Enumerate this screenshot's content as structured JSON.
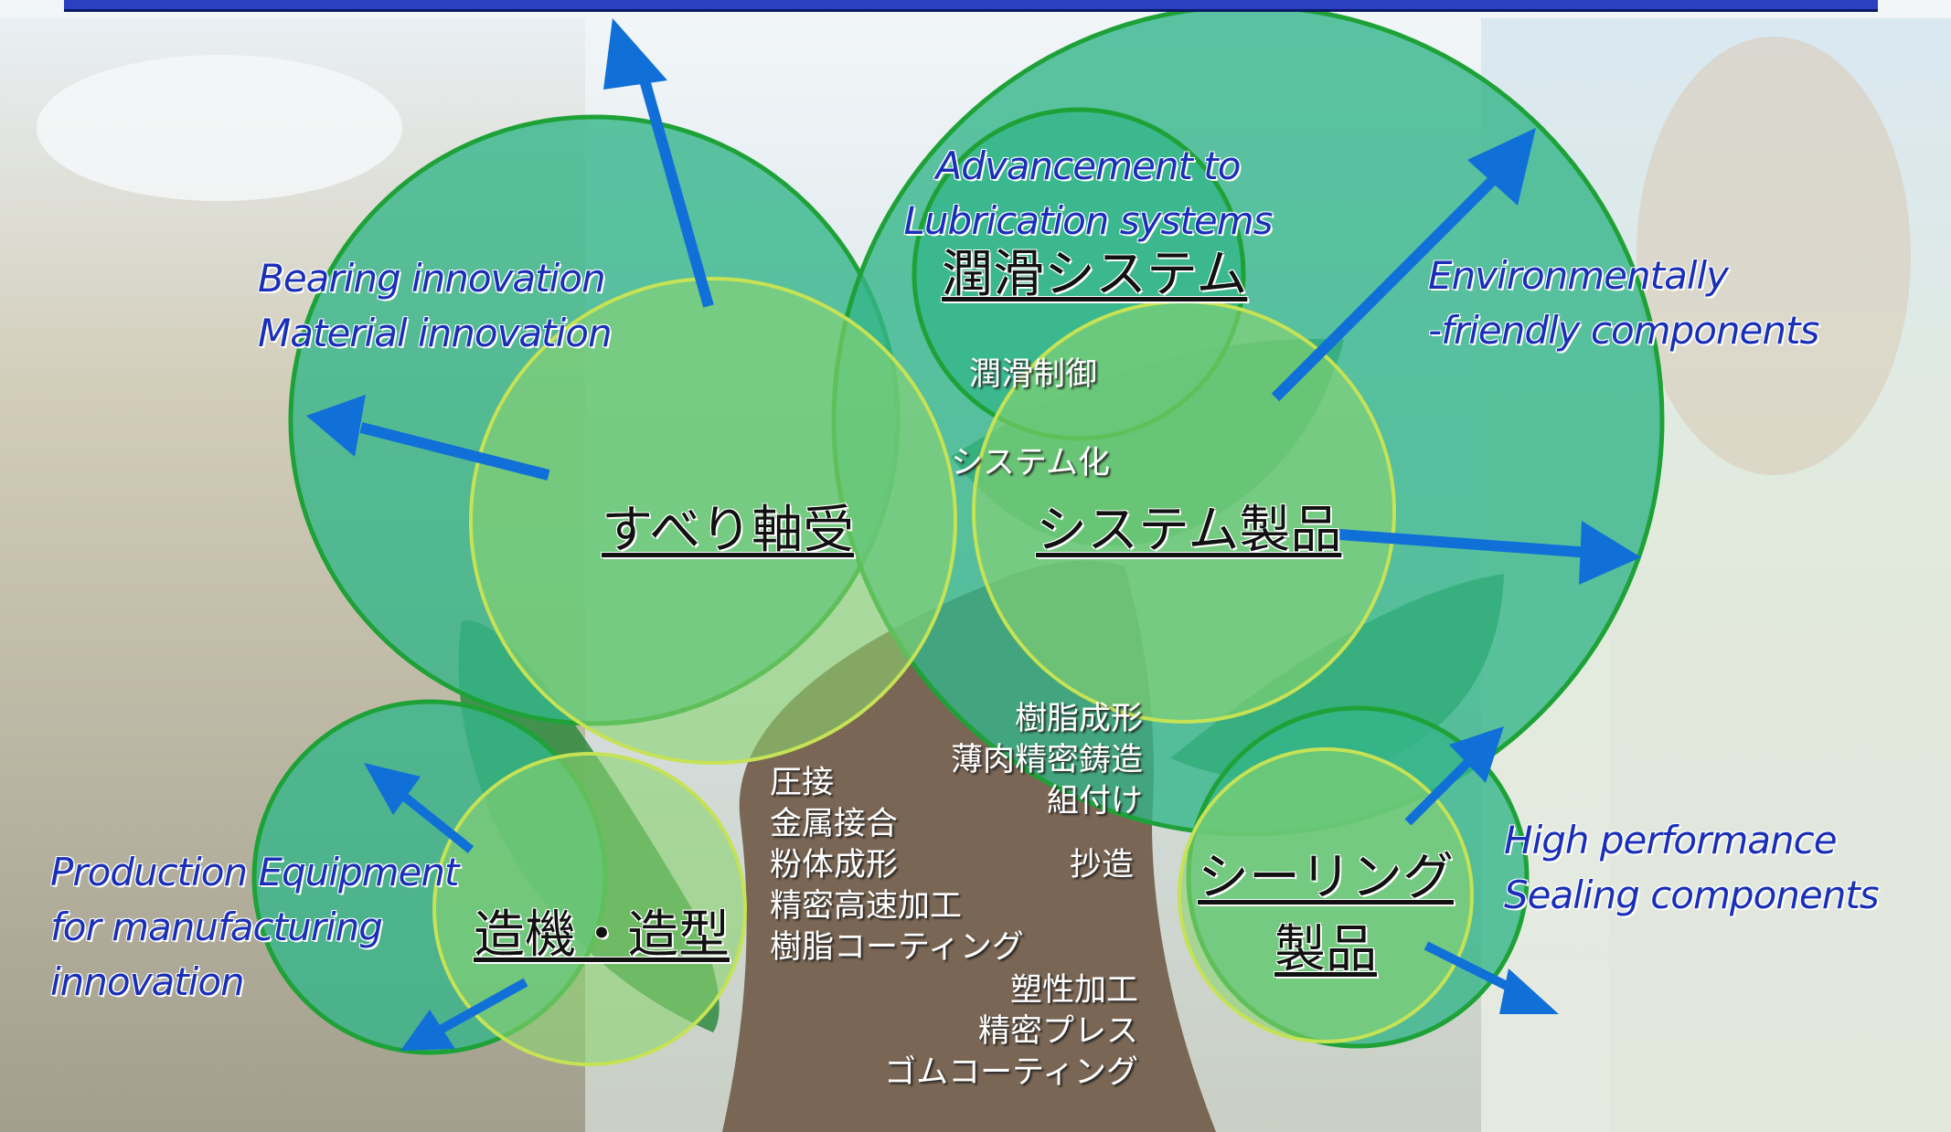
{
  "colors": {
    "circle_fill": "#35b58a",
    "circle_stroke": "#1ea238",
    "inner_fill": "#8ad470",
    "inner_stroke": "#c6e255",
    "trunk": "#7a6654",
    "leaf_dark": "#2e8a3e",
    "arrow": "#1070d8",
    "english_text": "#1a2fb8"
  },
  "goals": {
    "lubrication": [
      "Advancement to",
      "Lubrication systems"
    ],
    "bearing": [
      "Bearing innovation",
      "Material  innovation"
    ],
    "environment": [
      "Environmentally",
      "-friendly  components"
    ],
    "production": [
      "Production Equipment",
      "for manufacturing",
      "innovation"
    ],
    "sealing": [
      "High performance",
      "Sealing components"
    ]
  },
  "products": {
    "lubrication": "潤滑システム",
    "bearing": "すべり軸受",
    "system": "システム製品",
    "machine": "造機・造型",
    "sealing_line1": "シーリング",
    "sealing_line2": "製品"
  },
  "technologies": {
    "lubrication_control": "潤滑制御",
    "systemization": "システム化",
    "left_column": [
      "圧接",
      "金属接合",
      "粉体成形",
      "精密高速加工",
      "樹脂コーティング"
    ],
    "right_top": [
      "樹脂成形",
      "薄肉精密鋳造",
      "組付け"
    ],
    "papermaking": "抄造",
    "right_bottom": [
      "塑性加工",
      "精密プレス",
      "ゴムコーティング"
    ]
  }
}
